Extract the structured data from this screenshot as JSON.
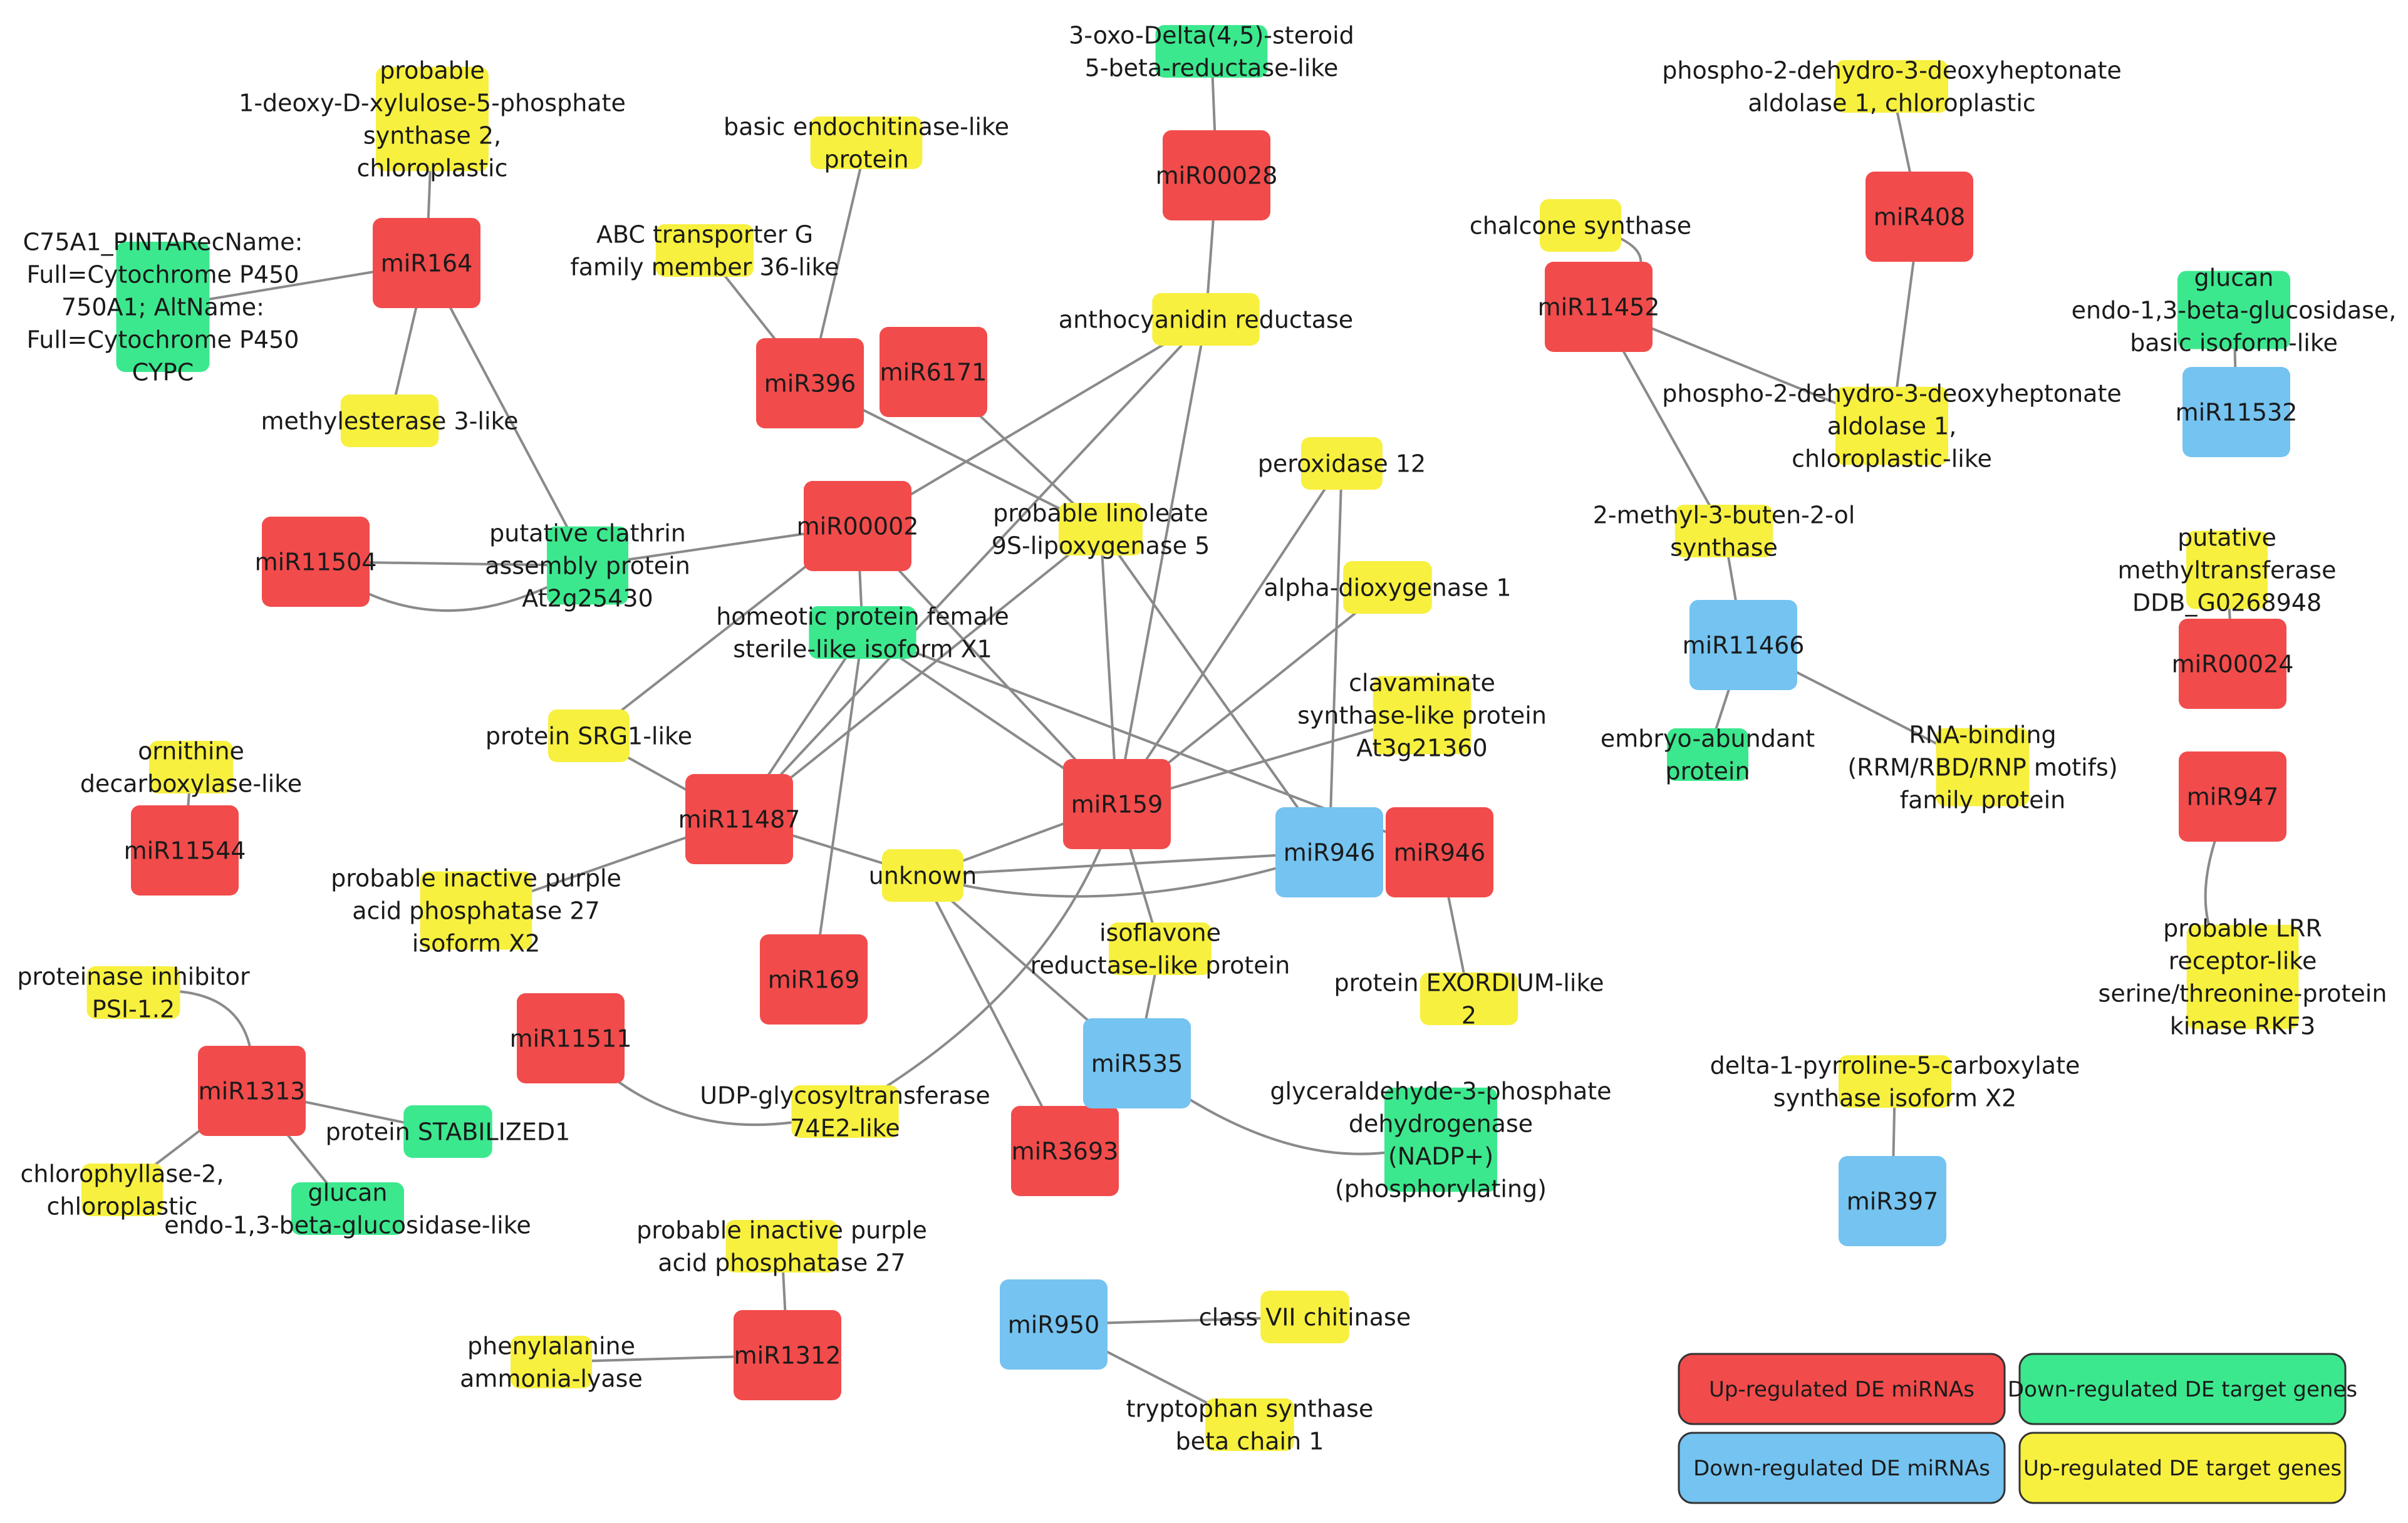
{
  "colors": {
    "up_mirna": "#f24b4b",
    "down_mirna": "#74c3f0",
    "down_target": "#3ce88e",
    "up_target": "#f7f03f",
    "edge": "#8a8a8a",
    "text": "#1a1a1a"
  },
  "legend": [
    {
      "id": "up_mirna",
      "label": "Up-regulated DE miRNAs",
      "color": "#f24b4b"
    },
    {
      "id": "down_target",
      "label": "Down-regulated DE target genes",
      "color": "#3ce88e"
    },
    {
      "id": "down_mirna",
      "label": "Down-regulated DE miRNAs",
      "color": "#74c3f0"
    },
    {
      "id": "up_target",
      "label": "Up-regulated DE target genes",
      "color": "#f7f03f"
    }
  ],
  "nodes": [
    {
      "id": "mir164",
      "type": "up_mirna",
      "lines": [
        "miR164"
      ]
    },
    {
      "id": "mir00028",
      "type": "up_mirna",
      "lines": [
        "miR00028"
      ]
    },
    {
      "id": "mir396",
      "type": "up_mirna",
      "lines": [
        "miR396"
      ]
    },
    {
      "id": "mir6171",
      "type": "up_mirna",
      "lines": [
        "miR6171"
      ]
    },
    {
      "id": "mir00002",
      "type": "up_mirna",
      "lines": [
        "miR00002"
      ]
    },
    {
      "id": "mir11504",
      "type": "up_mirna",
      "lines": [
        "miR11504"
      ]
    },
    {
      "id": "mir11487",
      "type": "up_mirna",
      "lines": [
        "miR11487"
      ]
    },
    {
      "id": "mir159",
      "type": "up_mirna",
      "lines": [
        "miR159"
      ]
    },
    {
      "id": "mir946_up",
      "type": "up_mirna",
      "lines": [
        "miR946"
      ]
    },
    {
      "id": "mir11544",
      "type": "up_mirna",
      "lines": [
        "miR11544"
      ]
    },
    {
      "id": "mir169",
      "type": "up_mirna",
      "lines": [
        "miR169"
      ]
    },
    {
      "id": "mir11511",
      "type": "up_mirna",
      "lines": [
        "miR11511"
      ]
    },
    {
      "id": "mir1313",
      "type": "up_mirna",
      "lines": [
        "miR1313"
      ]
    },
    {
      "id": "mir3693",
      "type": "up_mirna",
      "lines": [
        "miR3693"
      ]
    },
    {
      "id": "mir1312",
      "type": "up_mirna",
      "lines": [
        "miR1312"
      ]
    },
    {
      "id": "mir11452",
      "type": "up_mirna",
      "lines": [
        "miR11452"
      ]
    },
    {
      "id": "mir408",
      "type": "up_mirna",
      "lines": [
        "miR408"
      ]
    },
    {
      "id": "mir00024",
      "type": "up_mirna",
      "lines": [
        "miR00024"
      ]
    },
    {
      "id": "mir947",
      "type": "up_mirna",
      "lines": [
        "miR947"
      ]
    },
    {
      "id": "mir946_down",
      "type": "down_mirna",
      "lines": [
        "miR946"
      ]
    },
    {
      "id": "mir535",
      "type": "down_mirna",
      "lines": [
        "miR535"
      ]
    },
    {
      "id": "mir950",
      "type": "down_mirna",
      "lines": [
        "miR950"
      ]
    },
    {
      "id": "mir11466",
      "type": "down_mirna",
      "lines": [
        "miR11466"
      ]
    },
    {
      "id": "mir11532",
      "type": "down_mirna",
      "lines": [
        "miR11532"
      ]
    },
    {
      "id": "mir397",
      "type": "down_mirna",
      "lines": [
        "miR397"
      ]
    },
    {
      "id": "dxs",
      "type": "up_target",
      "lines": [
        "probable",
        "1-deoxy-D-xylulose-5-phosphate",
        "synthase 2,",
        "chloroplastic"
      ]
    },
    {
      "id": "cyp",
      "type": "down_target",
      "lines": [
        "C75A1_PINTARecName:",
        "Full=Cytochrome P450",
        "750A1; AltName:",
        "Full=Cytochrome P450",
        "CYPC"
      ]
    },
    {
      "id": "methylesterase",
      "type": "up_target",
      "lines": [
        "methylesterase 3-like"
      ]
    },
    {
      "id": "steroid",
      "type": "down_target",
      "lines": [
        "3-oxo-Delta(4,5)-steroid",
        "5-beta-reductase-like"
      ]
    },
    {
      "id": "endochitinase",
      "type": "up_target",
      "lines": [
        "basic endochitinase-like",
        "protein"
      ]
    },
    {
      "id": "abc",
      "type": "up_target",
      "lines": [
        "ABC transporter G",
        "family member 36-like"
      ]
    },
    {
      "id": "anthocyanidin",
      "type": "up_target",
      "lines": [
        "anthocyanidin reductase"
      ]
    },
    {
      "id": "clathrin",
      "type": "down_target",
      "lines": [
        "putative clathrin",
        "assembly protein",
        "At2g25430"
      ]
    },
    {
      "id": "lipoxygenase",
      "type": "up_target",
      "lines": [
        "probable linoleate",
        "9S-lipoxygenase 5"
      ]
    },
    {
      "id": "homeotic",
      "type": "down_target",
      "lines": [
        "homeotic protein female",
        "sterile-like isoform X1"
      ]
    },
    {
      "id": "peroxidase",
      "type": "up_target",
      "lines": [
        "peroxidase 12"
      ]
    },
    {
      "id": "dioxygenase",
      "type": "up_target",
      "lines": [
        "alpha-dioxygenase 1"
      ]
    },
    {
      "id": "clavaminate",
      "type": "up_target",
      "lines": [
        "clavaminate",
        "synthase-like protein",
        "At3g21360"
      ]
    },
    {
      "id": "srg1",
      "type": "up_target",
      "lines": [
        "protein SRG1-like"
      ]
    },
    {
      "id": "ornithine",
      "type": "up_target",
      "lines": [
        "ornithine",
        "decarboxylase-like"
      ]
    },
    {
      "id": "pap27x2",
      "type": "up_target",
      "lines": [
        "probable inactive purple",
        "acid phosphatase 27",
        "isoform X2"
      ]
    },
    {
      "id": "unknown",
      "type": "up_target",
      "lines": [
        "unknown"
      ]
    },
    {
      "id": "isoflavone",
      "type": "up_target",
      "lines": [
        "isoflavone",
        "reductase-like protein"
      ]
    },
    {
      "id": "exordium",
      "type": "up_target",
      "lines": [
        "protein EXORDIUM-like",
        "2"
      ]
    },
    {
      "id": "psi",
      "type": "up_target",
      "lines": [
        "proteinase inhibitor",
        "PSI-1.2"
      ]
    },
    {
      "id": "stabilized",
      "type": "down_target",
      "lines": [
        "protein STABILIZED1"
      ]
    },
    {
      "id": "chlorophyllase",
      "type": "up_target",
      "lines": [
        "chlorophyllase-2,",
        "chloroplastic"
      ]
    },
    {
      "id": "glucan_like",
      "type": "down_target",
      "lines": [
        "glucan",
        "endo-1,3-beta-glucosidase-like"
      ]
    },
    {
      "id": "udp",
      "type": "up_target",
      "lines": [
        "UDP-glycosyltransferase",
        "74E2-like"
      ]
    },
    {
      "id": "gapdh",
      "type": "down_target",
      "lines": [
        "glyceraldehyde-3-phosphate",
        "dehydrogenase",
        "(NADP+)",
        "(phosphorylating)"
      ]
    },
    {
      "id": "pap27",
      "type": "up_target",
      "lines": [
        "probable inactive purple",
        "acid phosphatase 27"
      ]
    },
    {
      "id": "pal",
      "type": "up_target",
      "lines": [
        "phenylalanine",
        "ammonia-lyase"
      ]
    },
    {
      "id": "chitinase7",
      "type": "up_target",
      "lines": [
        "class VII chitinase"
      ]
    },
    {
      "id": "tryptophan",
      "type": "up_target",
      "lines": [
        "tryptophan synthase",
        "beta chain 1"
      ]
    },
    {
      "id": "dahp1",
      "type": "up_target",
      "lines": [
        "phospho-2-dehydro-3-deoxyheptonate",
        "aldolase 1, chloroplastic"
      ]
    },
    {
      "id": "chalcone",
      "type": "up_target",
      "lines": [
        "chalcone synthase"
      ]
    },
    {
      "id": "dahp_like",
      "type": "up_target",
      "lines": [
        "phospho-2-dehydro-3-deoxyheptonate",
        "aldolase 1,",
        "chloroplastic-like"
      ]
    },
    {
      "id": "glucan_basic",
      "type": "down_target",
      "lines": [
        "glucan",
        "endo-1,3-beta-glucosidase,",
        "basic isoform-like"
      ]
    },
    {
      "id": "methylbutenol",
      "type": "up_target",
      "lines": [
        "2-methyl-3-buten-2-ol",
        "synthase"
      ]
    },
    {
      "id": "methyltransferase",
      "type": "up_target",
      "lines": [
        "putative",
        "methyltransferase",
        "DDB_G0268948"
      ]
    },
    {
      "id": "embryo",
      "type": "down_target",
      "lines": [
        "embryo-abundant",
        "protein"
      ]
    },
    {
      "id": "rnabinding",
      "type": "up_target",
      "lines": [
        "RNA-binding",
        "(RRM/RBD/RNP motifs)",
        "family protein"
      ]
    },
    {
      "id": "lrr",
      "type": "up_target",
      "lines": [
        "probable LRR",
        "receptor-like",
        "serine/threonine-protein",
        "kinase RKF3"
      ]
    },
    {
      "id": "p5cs",
      "type": "up_target",
      "lines": [
        "delta-1-pyrroline-5-carboxylate",
        "synthase isoform X2"
      ]
    }
  ],
  "edges": [
    [
      "mir164",
      "dxs"
    ],
    [
      "mir164",
      "cyp"
    ],
    [
      "mir164",
      "methylesterase"
    ],
    [
      "mir164",
      "clathrin"
    ],
    [
      "mir00028",
      "steroid"
    ],
    [
      "mir00028",
      "anthocyanidin"
    ],
    [
      "mir396",
      "endochitinase"
    ],
    [
      "mir396",
      "abc"
    ],
    [
      "mir396",
      "lipoxygenase"
    ],
    [
      "mir6171",
      "lipoxygenase"
    ],
    [
      "mir11504",
      "clathrin"
    ],
    [
      "mir11504",
      "clathrin"
    ],
    [
      "mir00002",
      "clathrin"
    ],
    [
      "mir00002",
      "anthocyanidin"
    ],
    [
      "mir00002",
      "homeotic"
    ],
    [
      "mir00002",
      "mir159"
    ],
    [
      "mir00002",
      "srg1"
    ],
    [
      "mir159",
      "anthocyanidin"
    ],
    [
      "mir159",
      "lipoxygenase"
    ],
    [
      "mir159",
      "peroxidase"
    ],
    [
      "mir159",
      "dioxygenase"
    ],
    [
      "mir159",
      "clavaminate"
    ],
    [
      "mir159",
      "homeotic"
    ],
    [
      "mir159",
      "unknown"
    ],
    [
      "mir159",
      "isoflavone"
    ],
    [
      "mir159",
      "udp"
    ],
    [
      "mir11487",
      "srg1"
    ],
    [
      "mir11487",
      "pap27x2"
    ],
    [
      "mir11487",
      "unknown"
    ],
    [
      "mir11487",
      "lipoxygenase"
    ],
    [
      "mir11487",
      "anthocyanidin"
    ],
    [
      "mir11487",
      "homeotic"
    ],
    [
      "mir169",
      "homeotic"
    ],
    [
      "mir946_down",
      "peroxidase"
    ],
    [
      "mir946_down",
      "lipoxygenase"
    ],
    [
      "mir946_down",
      "unknown"
    ],
    [
      "mir946_up",
      "exordium"
    ],
    [
      "mir946_up",
      "homeotic"
    ],
    [
      "unknown",
      "mir535"
    ],
    [
      "unknown",
      "mir3693"
    ],
    [
      "unknown",
      "mir946_down"
    ],
    [
      "mir535",
      "gapdh"
    ],
    [
      "mir535",
      "isoflavone"
    ],
    [
      "mir11511",
      "udp"
    ],
    [
      "mir11544",
      "ornithine"
    ],
    [
      "mir1313",
      "psi"
    ],
    [
      "mir1313",
      "stabilized"
    ],
    [
      "mir1313",
      "chlorophyllase"
    ],
    [
      "mir1313",
      "glucan_like"
    ],
    [
      "mir1312",
      "pap27"
    ],
    [
      "mir1312",
      "pal"
    ],
    [
      "mir950",
      "chitinase7"
    ],
    [
      "mir950",
      "tryptophan"
    ],
    [
      "mir408",
      "dahp1"
    ],
    [
      "mir408",
      "dahp_like"
    ],
    [
      "mir11452",
      "chalcone"
    ],
    [
      "mir11452",
      "dahp_like"
    ],
    [
      "mir11452",
      "methylbutenol"
    ],
    [
      "mir11466",
      "methylbutenol"
    ],
    [
      "mir11466",
      "embryo"
    ],
    [
      "mir11466",
      "rnabinding"
    ],
    [
      "mir11532",
      "glucan_basic"
    ],
    [
      "mir00024",
      "methyltransferase"
    ],
    [
      "mir947",
      "lrr"
    ],
    [
      "mir397",
      "p5cs"
    ]
  ]
}
